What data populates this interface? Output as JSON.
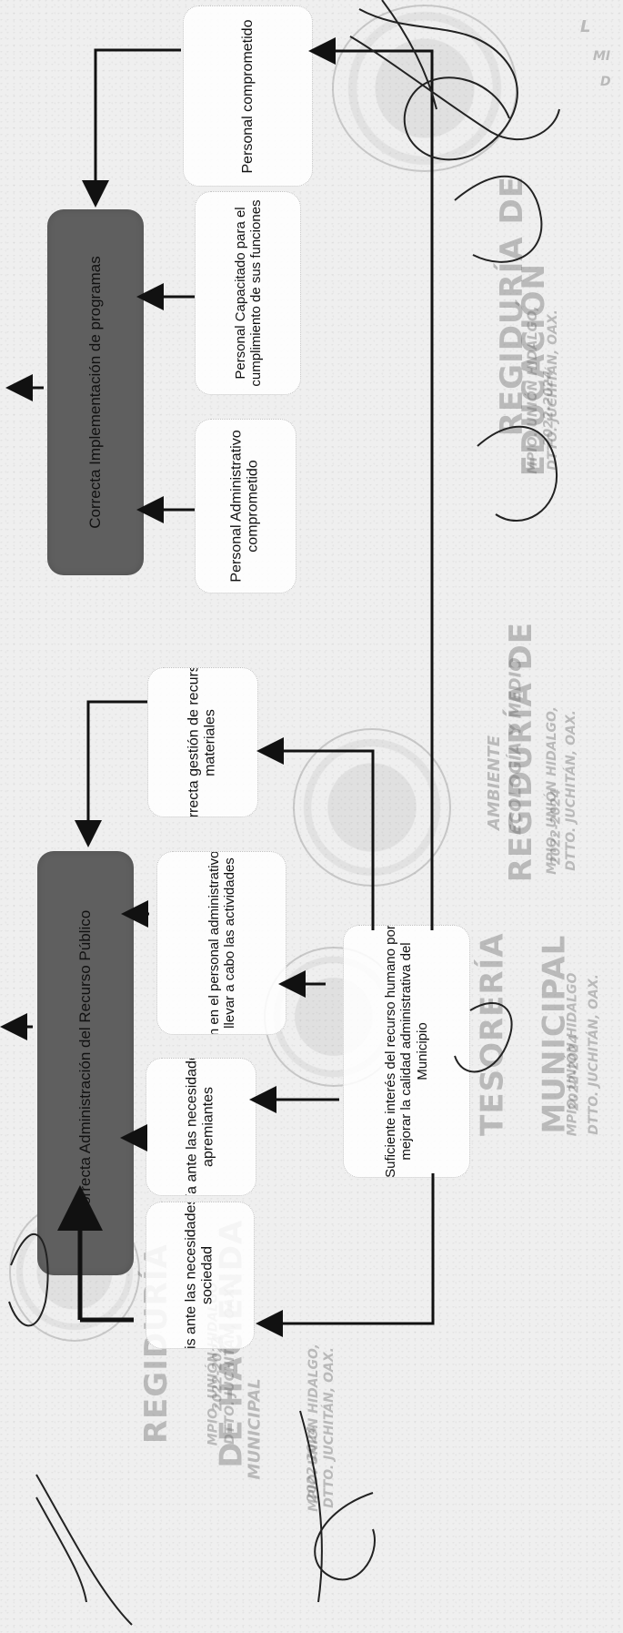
{
  "diagram": {
    "top_main": "Correcta   Implementación de programas",
    "middle_main": "Correcta  Administración del Recurso Público",
    "top_cards": [
      "Personal\ncomprometido",
      "Personal Capacitado para el cumplimiento de sus funciones",
      "Personal Administrativo comprometido"
    ],
    "middle_cards": [
      "Correcta gestión de recursos materiales",
      "Orden en el personal administrativo para llevar a cabo las actividades",
      "Empatía ante las necesidades más apremiantes",
      "Análisis ante las necesidades de la sociedad"
    ],
    "bottom_card": "Suficiente interés del recurso humano por mejorar la calidad administrativa del Municipio"
  },
  "stamps": {
    "top_right_1": "REGIDURÍA DE",
    "top_right_2": "EDUCACIÓN",
    "top_right_3": "MPIO. UNIÓN HIDALGO,",
    "top_right_4": "DTTO. JUCHITÁN, OAX.",
    "top_right_5": "2022-2024",
    "mid_right_1": "REGIDURÍA DE",
    "mid_right_2": "ECOLOGÍA Y MEDIO",
    "mid_right_3": "AMBIENTE",
    "mid_right_4": "MPIO. UNIÓN HIDALGO,",
    "mid_right_5": "DTTO. JUCHITÁN, OAX.",
    "mid_right_6": "2022-2024",
    "bottom_right_1": "TESORERÍA",
    "bottom_right_2": "MUNICIPAL",
    "bottom_right_3": "MPIO. UNIÓN HIDALGO",
    "bottom_right_4": "DTTO. JUCHITÁN, OAX.",
    "bottom_right_5": "2022-2024",
    "bottom_left_1": "REGIDURÍA",
    "bottom_left_2": "DE HACIENDA",
    "bottom_left_3": "MPIO. UNIÓN HIDALGO",
    "bottom_left_4": "DTTO. JUCHITÁN, OAX.",
    "bottom_left_5": "2022-2024",
    "bottom_left_6": "MUNICIPAL",
    "bottom_left_7": "MPIO. UNIÓN HIDALGO,",
    "bottom_left_8": "DTTO. JUCHITÁN, OAX.",
    "bottom_left_9": "2022-2024",
    "top_corner": "L",
    "top_corner_2": "MI",
    "top_corner_3": "D"
  },
  "colors": {
    "main_box": "#5f5f5f",
    "line": "#111111",
    "stamp": "#666666"
  }
}
